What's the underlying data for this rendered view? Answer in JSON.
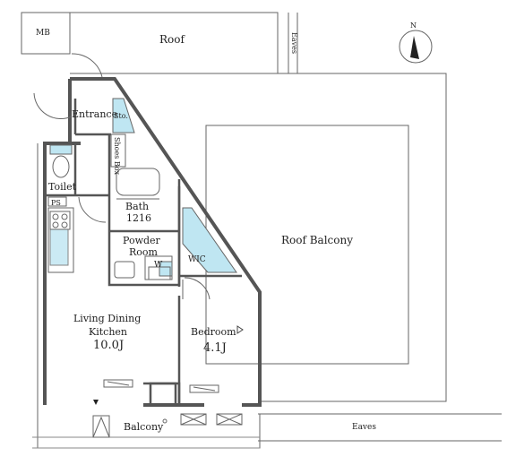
{
  "labels": {
    "mb": "MB",
    "roof": "Roof",
    "eaves_top": "Eaves",
    "north": "N",
    "entrance": "Entrance",
    "storage": "Sto.",
    "shoes_box": "Shoes Box",
    "toilet": "Toilet",
    "ps": "PS",
    "bath": "Bath",
    "bath_size": "1216",
    "powder_room_line1": "Powder",
    "powder_room_line2": "Room",
    "washer": "W",
    "wic": "WIC",
    "roof_balcony": "Roof Balcony",
    "ldk_line1": "Living  Dining",
    "ldk_line2": "Kitchen",
    "ldk_size": "10.0J",
    "bedroom": "Bedroom",
    "bedroom_size": "4.1J",
    "balcony": "Balcony",
    "eaves_bottom": "Eaves"
  },
  "colors": {
    "wall": "#555555",
    "line": "#666666",
    "storage_fill": "#bfe6f2",
    "background": "#ffffff"
  }
}
